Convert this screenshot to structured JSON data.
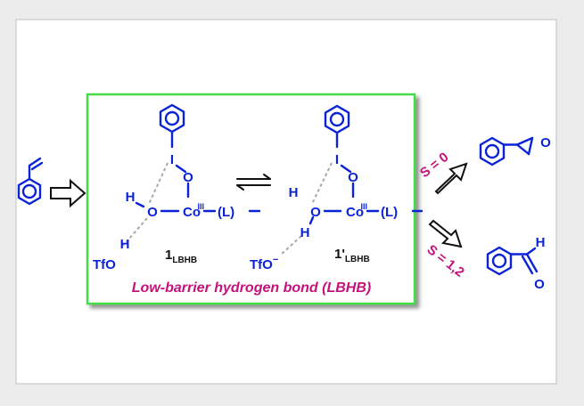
{
  "labels": {
    "H": "H",
    "O": "O",
    "I": "I",
    "Co": "Co",
    "co_ox": "III",
    "ligand": "(L)",
    "tfo": "TfO",
    "anion_charge": "−",
    "cpd1": "1",
    "cpd1_prime": "1'",
    "cpd_subscript": "LBHB",
    "spin_upper": "S = 0",
    "spin_lower": "S = 1,2",
    "banner": "Low-barrier hydrogen bond (LBHB)"
  },
  "colors": {
    "molecule": "#0a23d6",
    "box_border": "#44dd44",
    "magenta_text": "#c4127a",
    "hbond": "#a9a9a9"
  }
}
